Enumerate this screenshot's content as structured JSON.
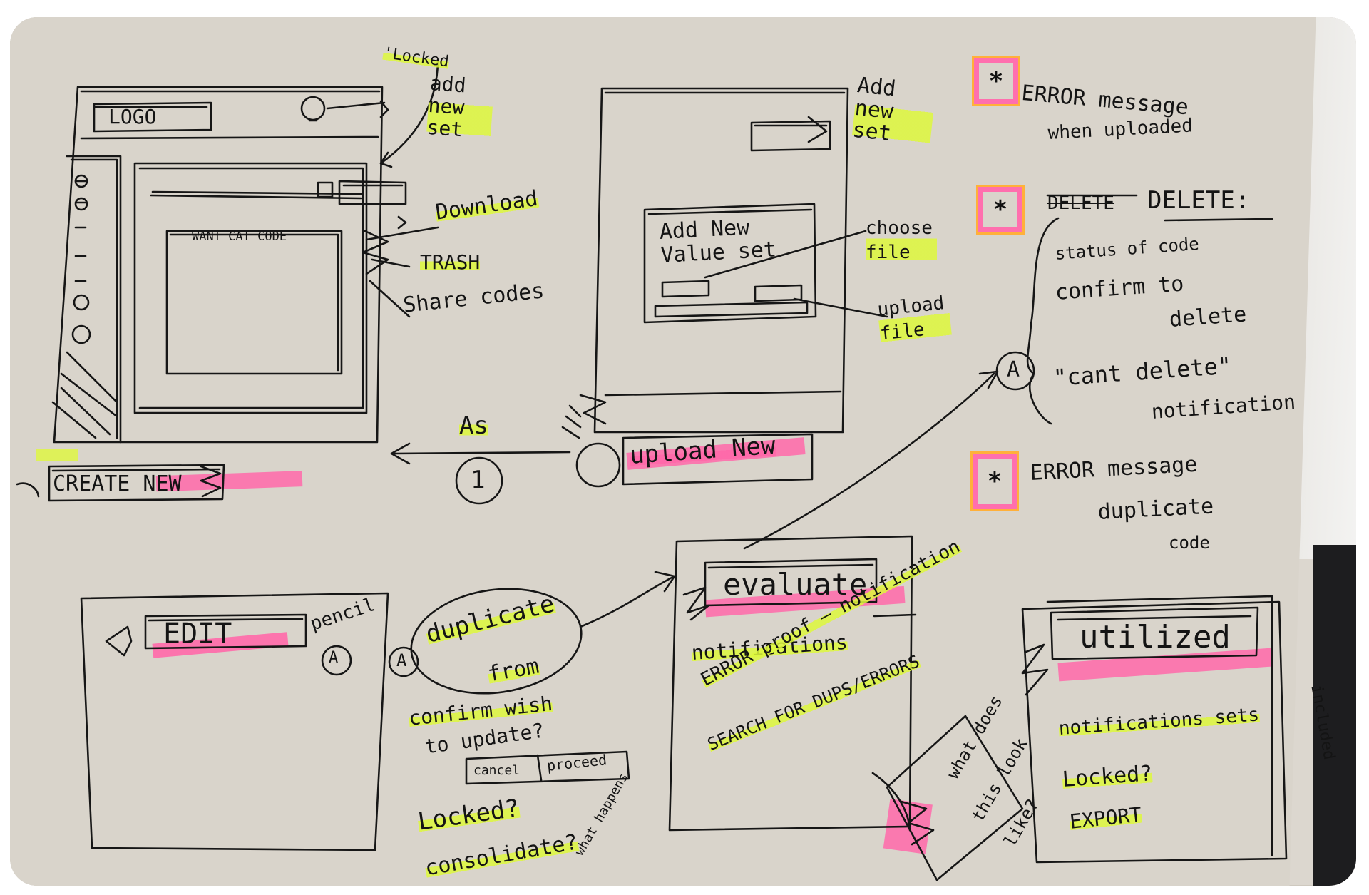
{
  "sketch1": {
    "logo": "LOGO",
    "locked_note": "'Locked",
    "add_new_set": "add new set",
    "content_text": "WANT CAT CODE",
    "download": "Download",
    "trash": "TRASH",
    "share_codes": "Share codes",
    "create_new": "CREATE NEW"
  },
  "sketch2": {
    "add_new_set": "Add new set",
    "dialog_title": "Add New Value set",
    "choose_file": "choose file",
    "upload_file": "upload file",
    "upload_new": "upload New"
  },
  "arrow_label": "As",
  "circle_1": "1",
  "circle_a": "A",
  "notes": {
    "note1_line1": "ERROR message",
    "note1_line2": "when uploaded",
    "note2_title": "DELETE:",
    "note2_struck": "DELETE",
    "note2_item1": "status of code",
    "note2_item2_line1": "confirm to",
    "note2_item2_line2": "delete",
    "note2_item3_line1": "\"cant delete\"",
    "note2_item3_line2": "notification",
    "note3_line1": "ERROR message",
    "note3_line2": "duplicate",
    "note3_line3": "code",
    "star": "*"
  },
  "sketch3": {
    "edit": "EDIT",
    "pencil": "pencil"
  },
  "duplicate_note": {
    "title_line1": "duplicate",
    "title_line2": "from",
    "item1_line1": "confirm wish",
    "item1_line2": "to update?",
    "cancel": "cancel",
    "proceed": "proceed",
    "item2": "Locked?",
    "item3": "consolidate?",
    "item3_extra": "what happens"
  },
  "sketch4": {
    "title": "evaluate",
    "item1": "notifications",
    "item2": "ERROR proof — notification",
    "item3": "SEARCH FOR DUPS/ERRORS",
    "question_line1": "what does",
    "question_line2": "this look",
    "question_line3": "like?"
  },
  "sketch5": {
    "title": "utilized",
    "item1": "notifications sets",
    "item2": "Locked?",
    "item3": "EXPORT",
    "side_note": "included"
  }
}
